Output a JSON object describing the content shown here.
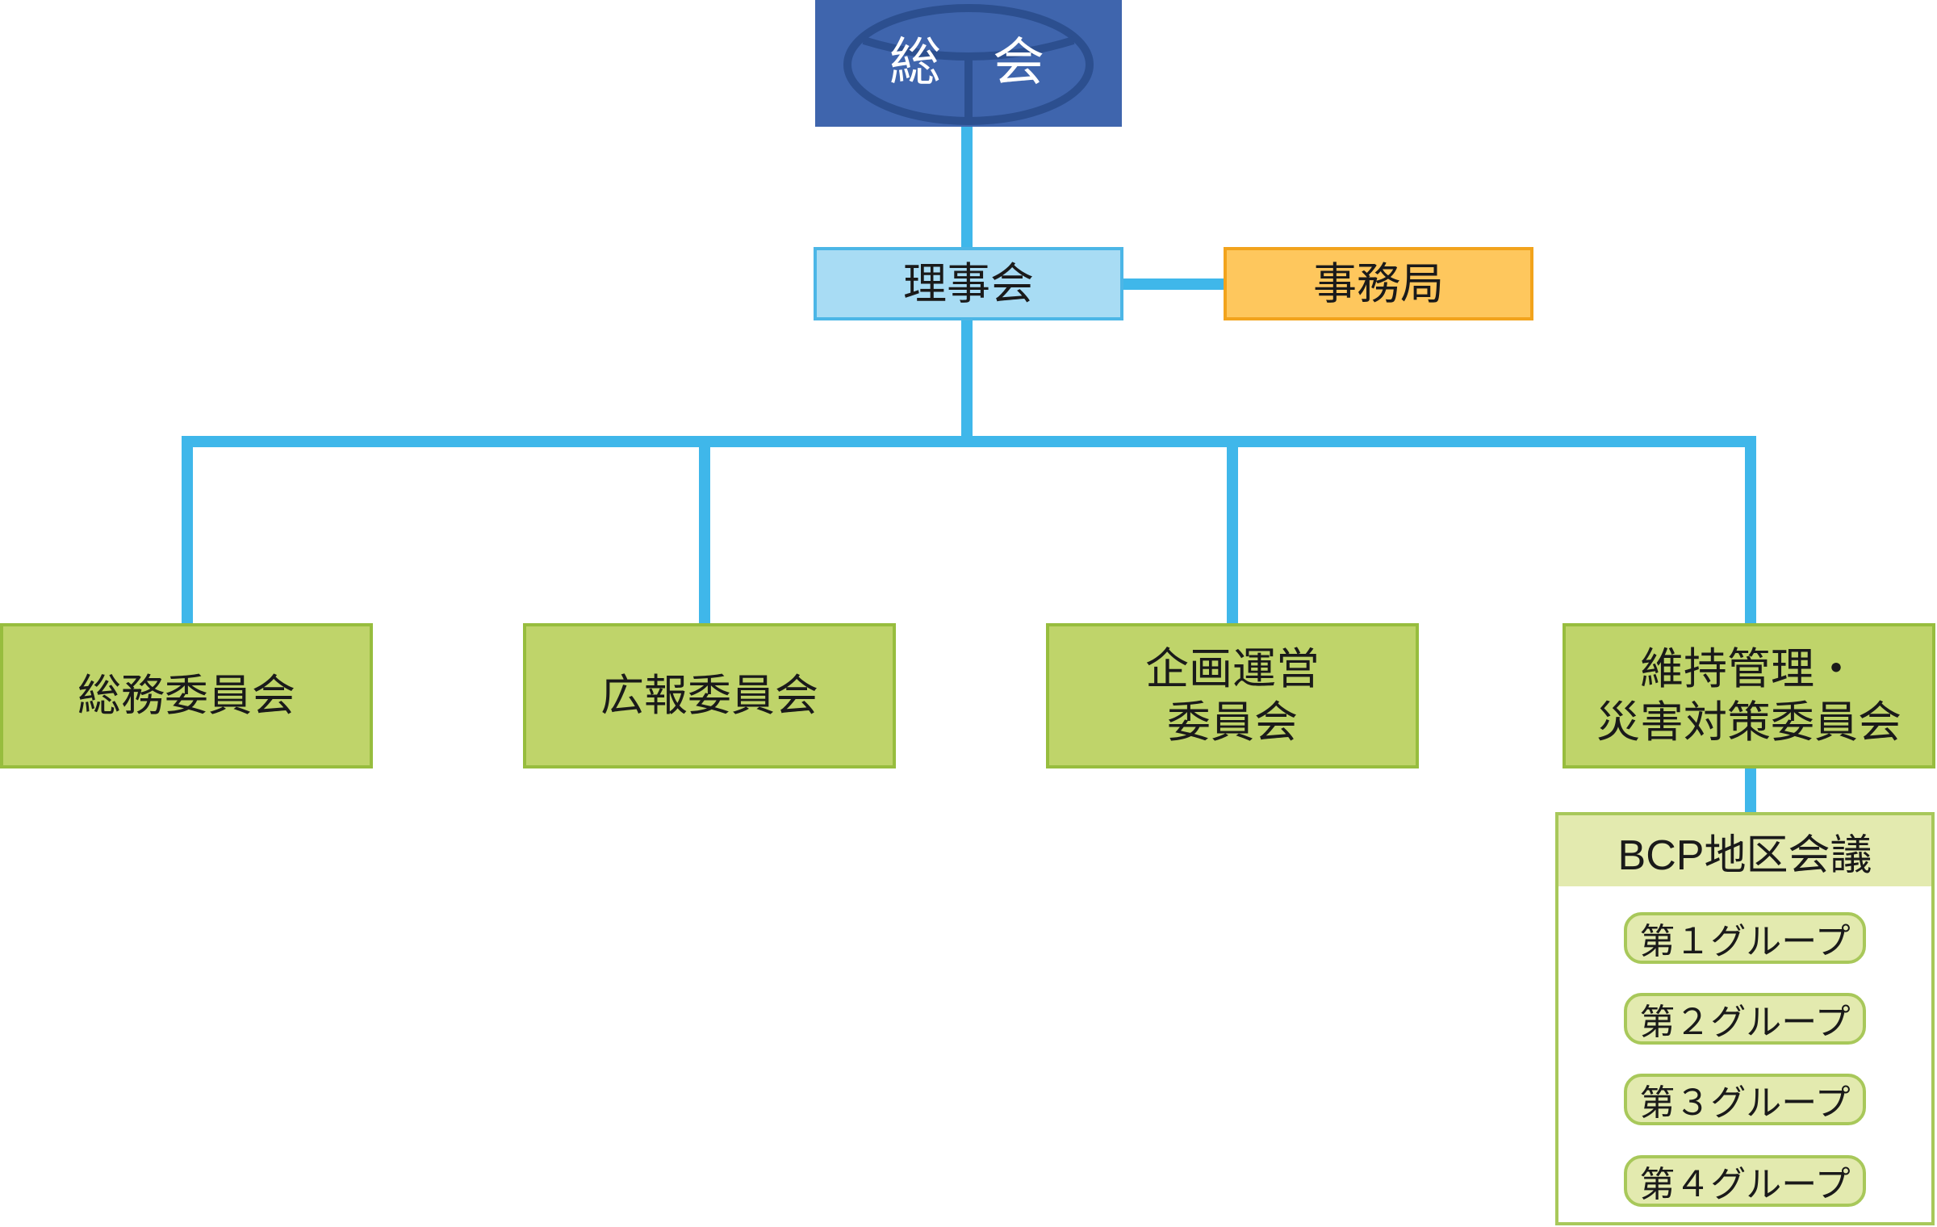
{
  "colors": {
    "connector": "#3fb7ea",
    "general_bg": "#3f65ad",
    "board_bg": "#a8dcf4",
    "secretariat_bg": "#fec75d",
    "committee_bg": "#bfd46a",
    "bcp_header_bg": "#e3eaaf"
  },
  "general_meeting": {
    "char1": "総",
    "char2": "会",
    "emblem": "steering-wheel-emblem"
  },
  "board": {
    "label": "理事会"
  },
  "secretariat": {
    "label": "事務局"
  },
  "committees": [
    {
      "line1": "総務委員会",
      "line2": ""
    },
    {
      "line1": "広報委員会",
      "line2": ""
    },
    {
      "line1": "企画運営",
      "line2": "委員会"
    },
    {
      "line1": "維持管理・",
      "line2": "災害対策委員会"
    }
  ],
  "bcp": {
    "title": "BCP地区会議",
    "groups": [
      "第１グループ",
      "第２グループ",
      "第３グループ",
      "第４グループ"
    ]
  }
}
